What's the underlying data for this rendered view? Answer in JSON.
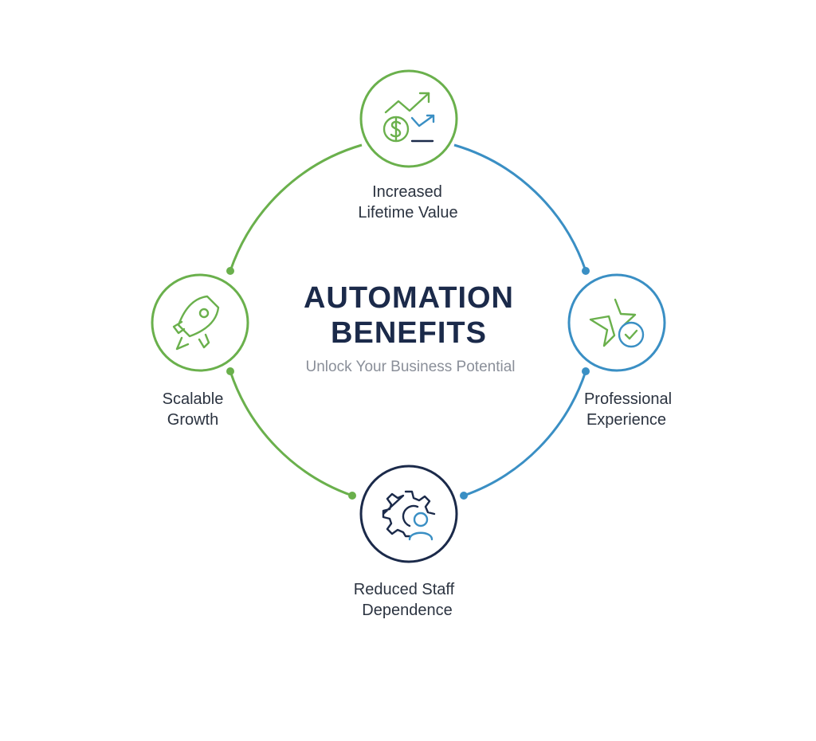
{
  "center": {
    "title_line1": "AUTOMATION",
    "title_line2": "BENEFITS",
    "subtitle": "Unlock Your Business Potential"
  },
  "nodes": [
    {
      "id": "top",
      "label_line1": "Increased",
      "label_line2": "Lifetime Value",
      "icon": "dollar-growth-chart-icon",
      "color": "#6ab04c"
    },
    {
      "id": "right",
      "label_line1": "Professional",
      "label_line2": "Experience",
      "icon": "star-check-icon",
      "color": "#3a8fc4"
    },
    {
      "id": "bottom",
      "label_line1": "Reduced Staff",
      "label_line2": "Dependence",
      "icon": "gear-person-icon",
      "color": "#1b2a4a"
    },
    {
      "id": "left",
      "label_line1": "Scalable",
      "label_line2": "Growth",
      "icon": "rocket-icon",
      "color": "#6ab04c"
    }
  ],
  "colors": {
    "green": "#6ab04c",
    "blue": "#3a8fc4",
    "navy": "#1b2a4a",
    "subtitle_gray": "#8a8f99",
    "label_text": "#2b3340"
  }
}
